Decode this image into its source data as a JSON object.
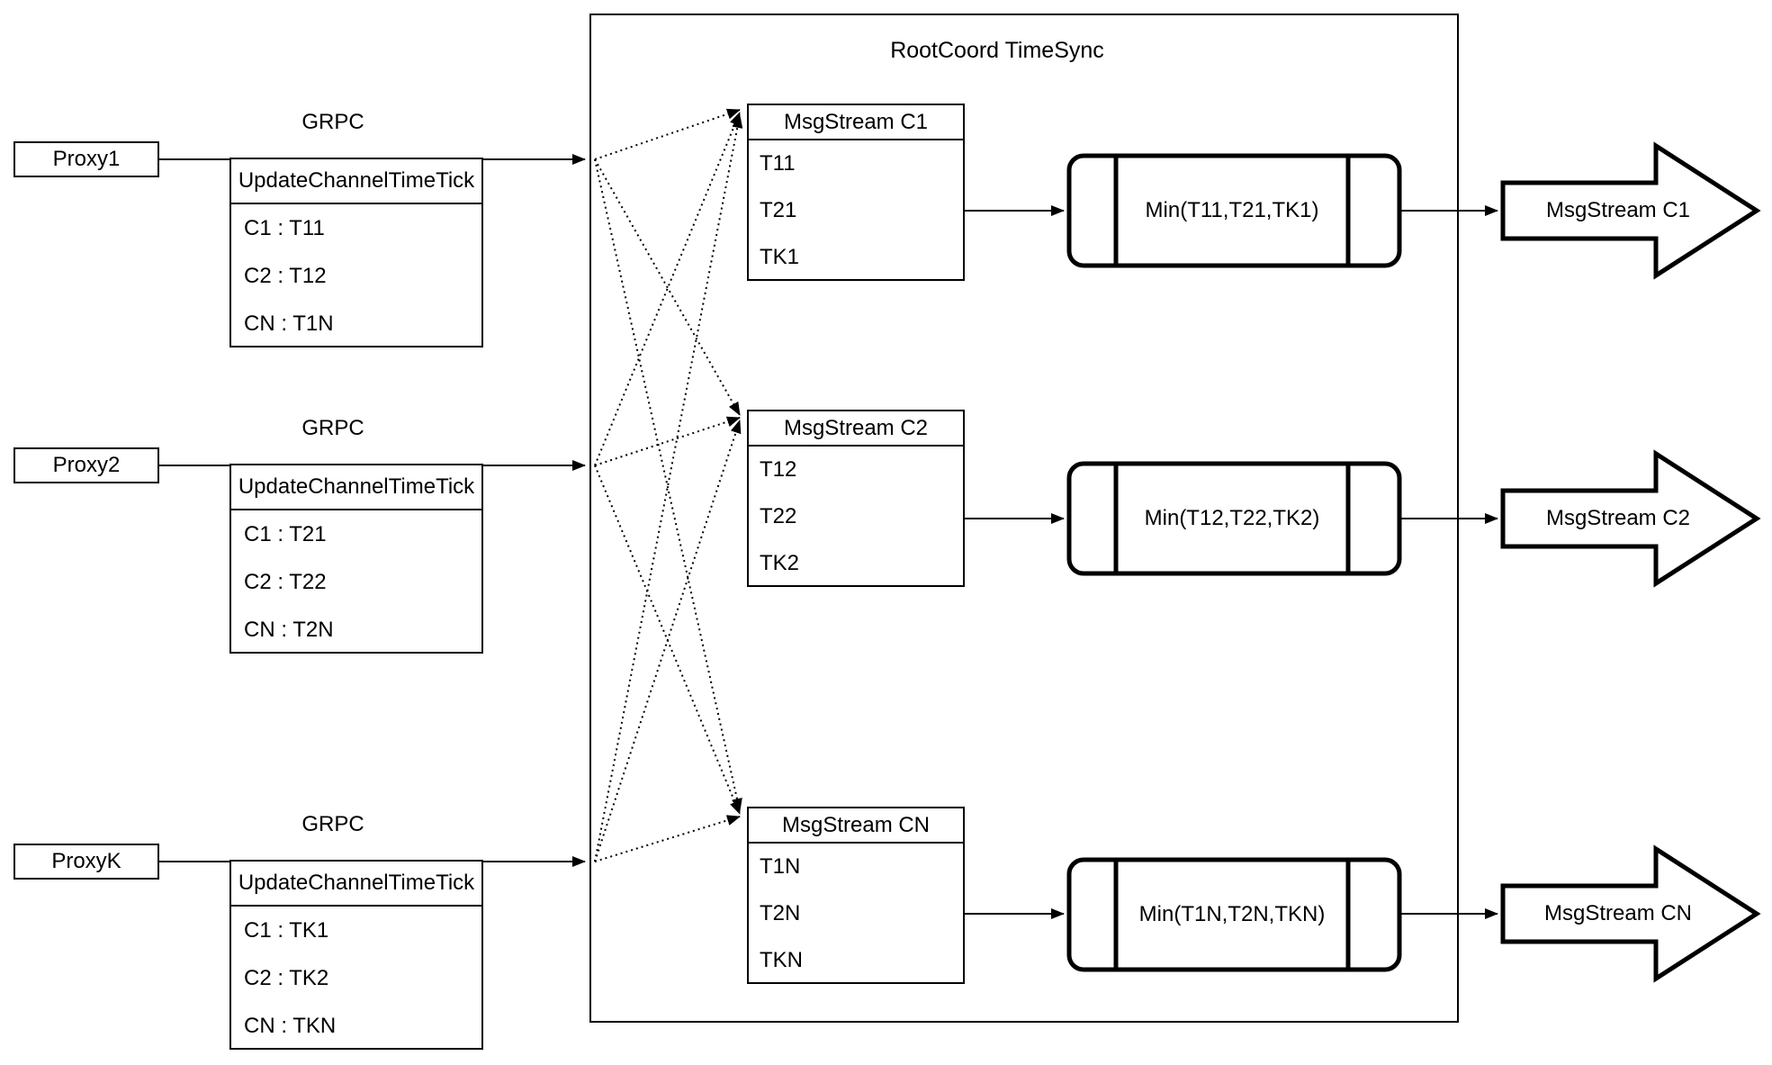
{
  "diagram": {
    "root_title": "RootCoord TimeSync",
    "grpc_label": "GRPC",
    "proxies": [
      {
        "name": "Proxy1",
        "table_header": "UpdateChannelTimeTick",
        "rows": [
          "C1 :  T11",
          "C2 :  T12",
          "CN : T1N"
        ]
      },
      {
        "name": "Proxy2",
        "table_header": "UpdateChannelTimeTick",
        "rows": [
          "C1 :  T21",
          "C2 :  T22",
          "CN : T2N"
        ]
      },
      {
        "name": "ProxyK",
        "table_header": "UpdateChannelTimeTick",
        "rows": [
          "C1 :  TK1",
          "C2 :  TK2",
          "CN : TKN"
        ]
      }
    ],
    "streams": [
      {
        "header": "MsgStream C1",
        "rows": [
          "T11",
          "T21",
          "TK1"
        ],
        "min_label": "Min(T11,T21,TK1)",
        "out_label": "MsgStream C1"
      },
      {
        "header": "MsgStream C2",
        "rows": [
          "T12",
          "T22",
          "TK2"
        ],
        "min_label": "Min(T12,T22,TK2)",
        "out_label": "MsgStream C2"
      },
      {
        "header": "MsgStream CN",
        "rows": [
          "T1N",
          "T2N",
          "TKN"
        ],
        "min_label": "Min(T1N,T2N,TKN)",
        "out_label": "MsgStream CN"
      }
    ],
    "colors": {
      "stroke": "#000000",
      "background": "#ffffff"
    }
  }
}
